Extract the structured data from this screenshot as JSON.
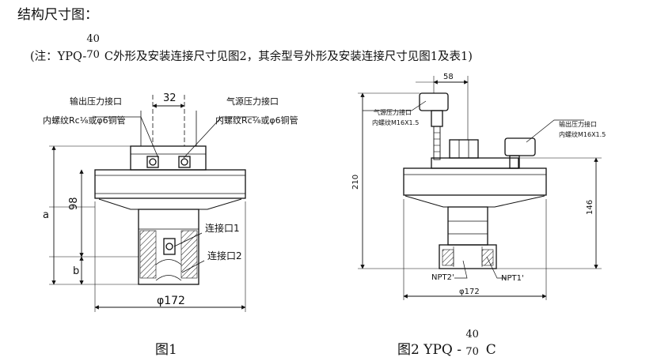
{
  "heading": "结构尺寸图：",
  "note": {
    "prefix": "(注：YPQ-",
    "numerator": "40",
    "denominator": "70",
    "suffix": " C外形及安装连接尺寸见图2，其余型号外形及安装连接尺寸见图1及表1)"
  },
  "figure1": {
    "caption": "图1",
    "label_output_port": "输出压力接口",
    "label_output_thread": "内螺纹Rc⅛或φ6铜管",
    "label_supply_port": "气源压力接口",
    "label_supply_thread": "内螺纹Rc⅛或φ6铜管",
    "dim_32": "32",
    "dim_a": "a",
    "dim_98": "98",
    "dim_b": "b",
    "label_conn1": "连接口1",
    "label_conn2": "连接口2",
    "dim_172": "φ172"
  },
  "figure2": {
    "caption_prefix": "图2 YPQ - ",
    "caption_num": "40",
    "caption_den": "70",
    "caption_suffix": " C",
    "dim_58": "58",
    "label_supply_port": "气源压力接口",
    "label_supply_thread": "内螺纹M16X1.5",
    "label_output_port": "输出压力接口",
    "label_output_thread": "内螺纹M16X1.5",
    "dim_210": "210",
    "dim_146": "146",
    "label_npt2": "NPT2'",
    "label_npt1": "NPT1'",
    "dim_172": "φ172"
  }
}
